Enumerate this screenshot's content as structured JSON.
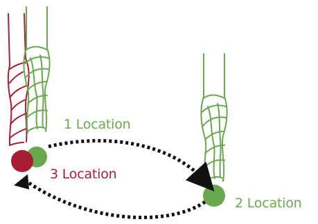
{
  "colors": {
    "green": "#6aa84f",
    "red": "#a61e34",
    "arrow": "#111111",
    "background": "#ffffff"
  },
  "labels": {
    "location1": "1 Location",
    "location2": "2 Location",
    "location3": "3 Location"
  },
  "arrows": {
    "top": {
      "from": "location1",
      "to": "location2",
      "style": "dotted"
    },
    "bottom": {
      "from": "location2",
      "to": "location3",
      "style": "dotted"
    }
  },
  "tools": [
    {
      "name": "end-mill-red",
      "position": "location3",
      "color": "red"
    },
    {
      "name": "end-mill-green-left",
      "position": "location1",
      "color": "green"
    },
    {
      "name": "end-mill-green-right",
      "position": "location2",
      "color": "green"
    }
  ]
}
